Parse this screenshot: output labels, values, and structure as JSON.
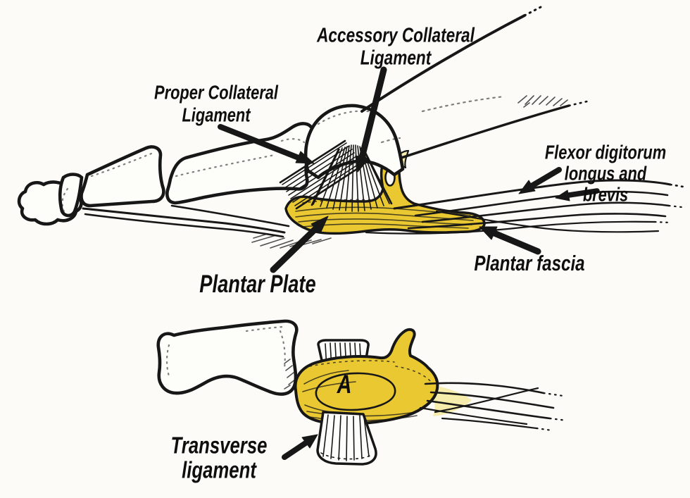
{
  "figure": {
    "background_hex": "#fcfbf7",
    "ink_hex": "#171717",
    "bone_hex": "#fdfdfa",
    "highlight_hex": "#eac832",
    "highlight_light_hex": "#f6ecab"
  },
  "labels": {
    "accessory": {
      "line1": "Accessory Collateral",
      "line2": "Ligament"
    },
    "proper": {
      "line1": "Proper Collateral",
      "line2": "Ligament"
    },
    "flexor": {
      "line1": "Flexor digitorum",
      "line2": "longus and",
      "line3": "brevis"
    },
    "fascia": {
      "text": "Plantar fascia"
    },
    "plate": {
      "text": "Plantar Plate"
    },
    "transverse": {
      "line1": "Transverse",
      "line2": "ligament"
    },
    "marker_a": {
      "text": "A"
    }
  }
}
